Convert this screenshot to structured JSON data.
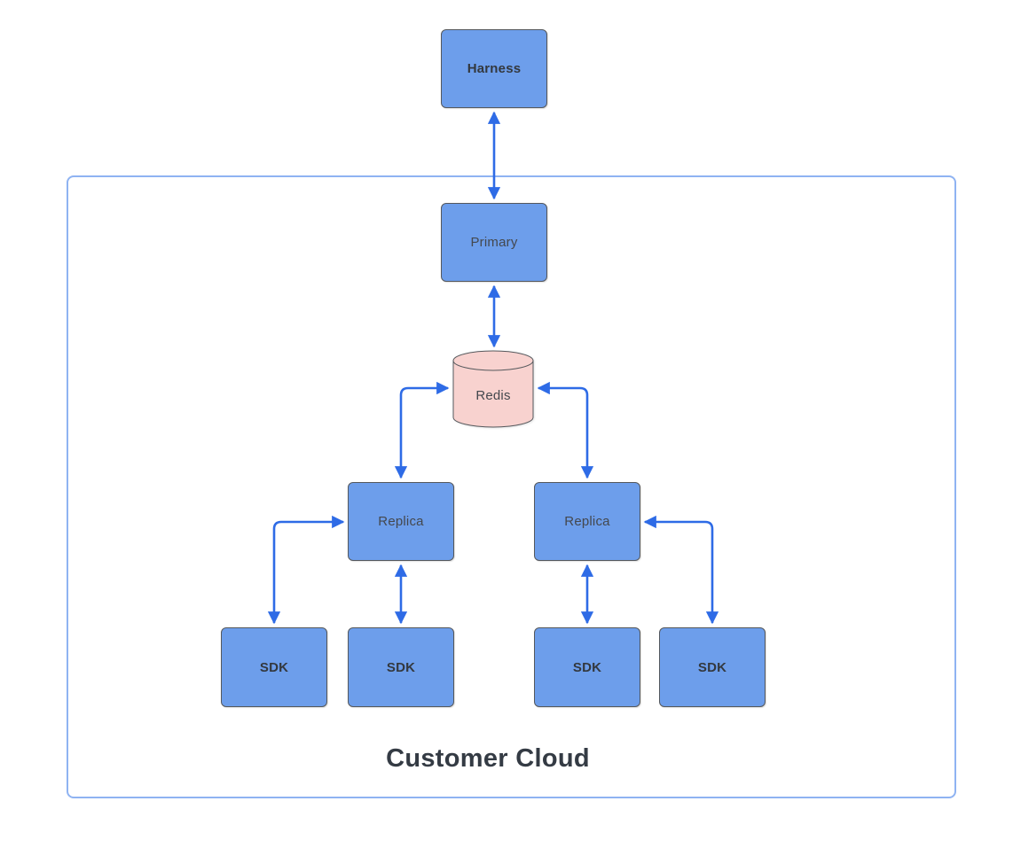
{
  "diagram": {
    "title": "Customer Cloud",
    "nodes": {
      "harness": {
        "label": "Harness"
      },
      "primary": {
        "label": "Primary"
      },
      "redis": {
        "label": "Redis"
      },
      "replica_left": {
        "label": "Replica"
      },
      "replica_right": {
        "label": "Replica"
      },
      "sdk1": {
        "label": "SDK"
      },
      "sdk2": {
        "label": "SDK"
      },
      "sdk3": {
        "label": "SDK"
      },
      "sdk4": {
        "label": "SDK"
      }
    },
    "connections": [
      "Harness <-> Primary",
      "Primary <-> Redis",
      "Redis <-> Replica (left)",
      "Redis <-> Replica (right)",
      "Replica (left) <-> SDK outer-left",
      "Replica (left) <-> SDK inner-left",
      "Replica (right) <-> SDK inner-right",
      "Replica (right) <-> SDK outer-right"
    ],
    "colors": {
      "node_fill": "#6D9EEB",
      "node_border": "#55585C",
      "cylinder_fill": "#F8D2CF",
      "cylinder_border": "#55585C",
      "arrow": "#2E6BE6",
      "container_border": "#8FB3F2",
      "label_color": "#44484E",
      "label_bold_color": "#33383E",
      "title_color": "#343B44"
    }
  }
}
